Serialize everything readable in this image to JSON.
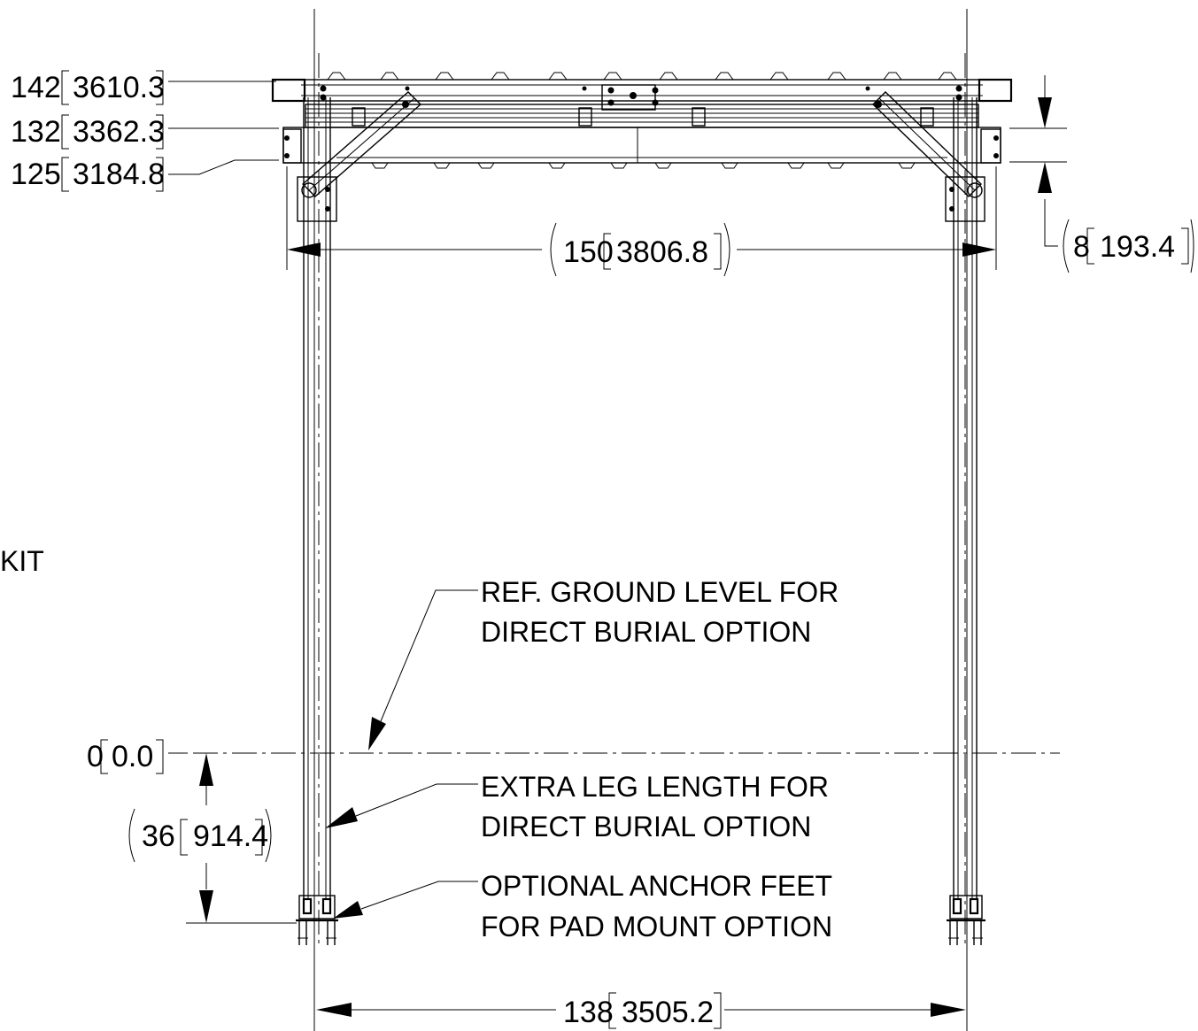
{
  "elevations": {
    "top": {
      "imperial": "142",
      "metric": "3610.3"
    },
    "mid": {
      "imperial": "132",
      "metric": "3362.3"
    },
    "low": {
      "imperial": "125",
      "metric": "3184.8"
    },
    "ground": {
      "imperial": "0",
      "metric": "0.0"
    }
  },
  "dimensions": {
    "overall_width": {
      "imperial": "150",
      "metric": "3806.8"
    },
    "beam_depth": {
      "imperial": "8",
      "metric": "193.4"
    },
    "burial_depth": {
      "imperial": "36",
      "metric": "914.4"
    },
    "leg_spacing": {
      "imperial": "138",
      "metric": "3505.2"
    }
  },
  "notes": {
    "ground_level_line1": "REF. GROUND LEVEL FOR",
    "ground_level_line2": "DIRECT BURIAL OPTION",
    "extra_leg_line1": "EXTRA LEG LENGTH FOR",
    "extra_leg_line2": "DIRECT BURIAL OPTION",
    "anchor_feet_line1": "OPTIONAL ANCHOR FEET",
    "anchor_feet_line2": "FOR PAD MOUNT OPTION"
  },
  "cropped_label": "KIT"
}
